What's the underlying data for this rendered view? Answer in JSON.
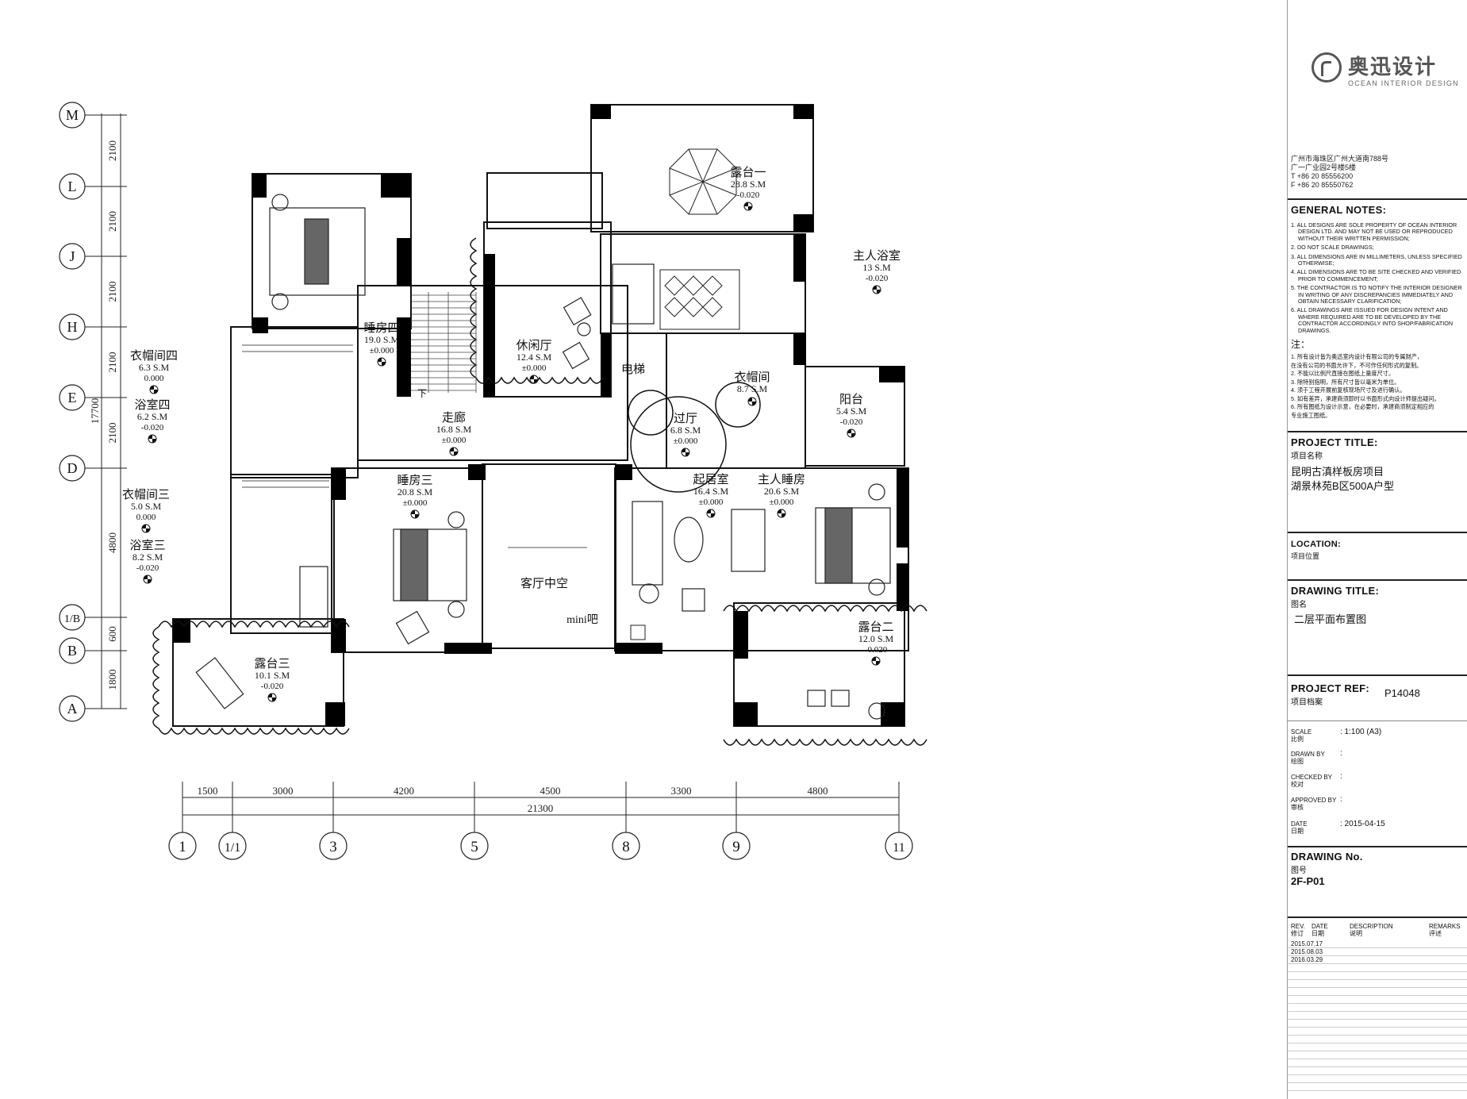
{
  "plan": {
    "grid_rows": [
      "M",
      "L",
      "J",
      "H",
      "E",
      "D",
      "1/B",
      "B",
      "A"
    ],
    "row_dims": [
      "2100",
      "2100",
      "2100",
      "2100",
      "2100",
      "4800",
      "600",
      "1800"
    ],
    "row_total": "17700",
    "grid_cols": [
      "1",
      "1/1",
      "3",
      "5",
      "8",
      "9",
      "11"
    ],
    "col_dims": [
      "1500",
      "3000",
      "4200",
      "4500",
      "3300",
      "4800"
    ],
    "col_total": "21300",
    "rooms": [
      {
        "name": "露台一",
        "area": "28.8 S.M",
        "level": "-0.020"
      },
      {
        "name": "主人浴室",
        "area": "13 S.M",
        "level": "-0.020"
      },
      {
        "name": "睡房四",
        "area": "19.0 S.M",
        "level": "±0.000"
      },
      {
        "name": "休闲厅",
        "area": "12.4 S.M",
        "level": "±0.000"
      },
      {
        "name": "衣帽间四",
        "area": "6.3 S.M",
        "level": "0.000"
      },
      {
        "name": "浴室四",
        "area": "6.2 S.M",
        "level": "-0.020"
      },
      {
        "name": "走廊",
        "area": "16.8 S.M",
        "level": "±0.000"
      },
      {
        "name": "衣帽间",
        "area": "8.7 S.M",
        "level": ""
      },
      {
        "name": "阳台",
        "area": "5.4 S.M",
        "level": "-0.020"
      },
      {
        "name": "过厅",
        "area": "6.8 S.M",
        "level": "±0.000"
      },
      {
        "name": "睡房三",
        "area": "20.8 S.M",
        "level": "±0.000"
      },
      {
        "name": "起居室",
        "area": "16.4 S.M",
        "level": "±0.000"
      },
      {
        "name": "主人睡房",
        "area": "20.6 S.M",
        "level": "±0.000"
      },
      {
        "name": "衣帽间三",
        "area": "5.0 S.M",
        "level": "0.000"
      },
      {
        "name": "浴室三",
        "area": "8.2 S.M",
        "level": "-0.020"
      },
      {
        "name": "露台二",
        "area": "12.0 S.M",
        "level": "-0.020"
      },
      {
        "name": "露台三",
        "area": "10.1 S.M",
        "level": "-0.020"
      }
    ],
    "labels": {
      "elevator": "电梯",
      "void": "客厅中空",
      "minibar": "mini吧",
      "stair_down": "下"
    }
  },
  "titleblock": {
    "logo_cn": "奥迅设计",
    "logo_en": "OCEAN INTERIOR DESIGN",
    "address": [
      "广州市海珠区广州大道南788号",
      "广一广业园2号楼5楼",
      "T +86 20 85556200",
      "F +86 20 85550762"
    ],
    "general_notes_title": "GENERAL NOTES:",
    "general_notes": [
      "1. ALL DESIGNS ARE SOLE PROPERTY OF OCEAN INTERIOR DESIGN LTD. AND MAY NOT BE USED OR REPRODUCED WITHOUT THEIR WRITTEN PERMISSION;",
      "2. DO NOT SCALE DRAWINGS;",
      "3. ALL DIMENSIONS ARE IN MILLIMETERS, UNLESS SPECIFIED OTHERWISE;",
      "4. ALL DIMENSIONS ARE TO BE SITE CHECKED AND VERIFIED PRIOR TO COMMENCEMENT;",
      "5. THE CONTRACTOR IS TO NOTIFY THE INTERIOR DESIGNER IN WRITING OF ANY DISCREPANCIES IMMEDIATELY AND OBTAIN NECESSARY CLARIFICATION;",
      "6. ALL DRAWINGS ARE ISSUED FOR DESIGN INTENT AND WHERE REQUIRED ARE TO BE DEVELOPED BY THE CONTRACTOR ACCORDINGLY INTO SHOP/FABRICATION DRAWINGS."
    ],
    "cn_notes_title": "注：",
    "cn_notes": [
      "1. 所有设计皆为奥迅室内设计有限公司的专属财产，",
      "   在没有公司的书面允许下，不可作任何形式的复制。",
      "2. 不能以比例尺直接在图纸上量度尺寸。",
      "3. 除特别指明，所有尺寸皆以毫米为单位。",
      "4. 须于工程开展前复核现场尺寸及进行确认。",
      "5. 如有差异，承建商须即时以书面形式向设计师提出疑问。",
      "6. 所有图纸为设计示意，在必要时，承建商须制定相应的",
      "   专业施工图纸。"
    ],
    "project_title_label": "PROJECT TITLE:",
    "project_title_cn_label": "项目名称",
    "project_title": [
      "昆明古滇样板房项目",
      "湖景林苑B区500A户型"
    ],
    "location_label": "LOCATION:",
    "location_cn_label": "项目位置",
    "drawing_title_label": "DRAWING  TITLE:",
    "drawing_title_cn_label": "图名",
    "drawing_title": "二层平面布置图",
    "project_ref_label": "PROJECT REF:",
    "project_ref_cn_label": "项目档案",
    "project_ref": "P14048",
    "scale_label": "SCALE",
    "scale_cn_label": "比例",
    "scale": ": 1:100 (A3)",
    "drawn_by_label": "DRAWN BY",
    "drawn_by_cn_label": "绘图",
    "checked_by_label": "CHECKED BY",
    "checked_by_cn_label": "校对",
    "approved_by_label": "APPROVED BY",
    "approved_by_cn_label": "审核",
    "date_label": "DATE",
    "date_cn_label": "日期",
    "date": ": 2015-04-15",
    "colon": ":",
    "drawing_no_label": "DRAWING No.",
    "drawing_no_cn_label": "图号",
    "drawing_no": "2F-P01",
    "rev_header": [
      "REV.",
      "DATE",
      "DESCRIPTION",
      "REMARKS"
    ],
    "rev_header_cn": [
      "修订",
      "日期",
      "说明",
      "评述"
    ],
    "revisions": [
      "2015.07.17",
      "2015.08.03",
      "2016.03.29"
    ]
  }
}
